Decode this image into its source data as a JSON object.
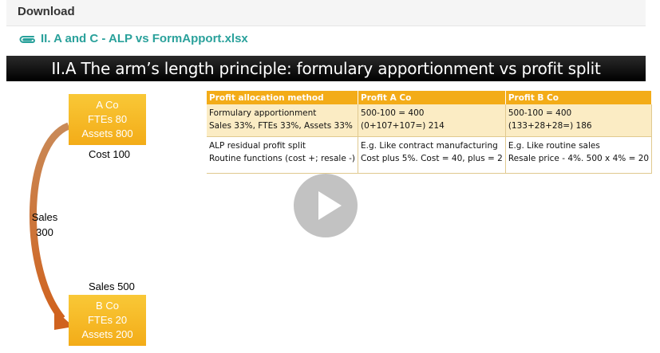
{
  "download": {
    "title": "Download",
    "file_name": "II. A and C - ALP vs FormApport.xlsx",
    "link_color": "#2aa19b"
  },
  "slide": {
    "title": "II.A The arm’s length principle: formulary apportionment vs profit split",
    "accent_color": "#f3ac18",
    "box_a": {
      "line1": "A Co",
      "line2": "FTEs 80",
      "line3": "Assets 800"
    },
    "box_b": {
      "line1": "B Co",
      "line2": "FTEs 20",
      "line3": "Assets 200"
    },
    "cost_label": "Cost 100",
    "sales_left_line1": "Sales",
    "sales_left_line2": "300",
    "sales_500_label": "Sales 500",
    "table": {
      "headers": [
        "Profit allocation method",
        "Profit A Co",
        "Profit B Co"
      ],
      "rows": [
        [
          [
            "Formulary apportionment",
            "Sales 33%, FTEs 33%, Assets 33%"
          ],
          [
            "500-100 = 400",
            "(0+107+107=) 214"
          ],
          [
            "500-100 = 400",
            "(133+28+28=) 186"
          ]
        ],
        [
          [
            "ALP residual profit split",
            "Routine functions (cost +; resale -)"
          ],
          [
            "E.g. Like contract manufacturing",
            "Cost plus 5%.  Cost = 40, plus = 2"
          ],
          [
            "E.g. Like routine sales",
            "Resale price - 4%. 500 x 4% = 20"
          ]
        ]
      ]
    }
  },
  "icons": {
    "file": "paperclip-icon",
    "video": "play-icon"
  }
}
